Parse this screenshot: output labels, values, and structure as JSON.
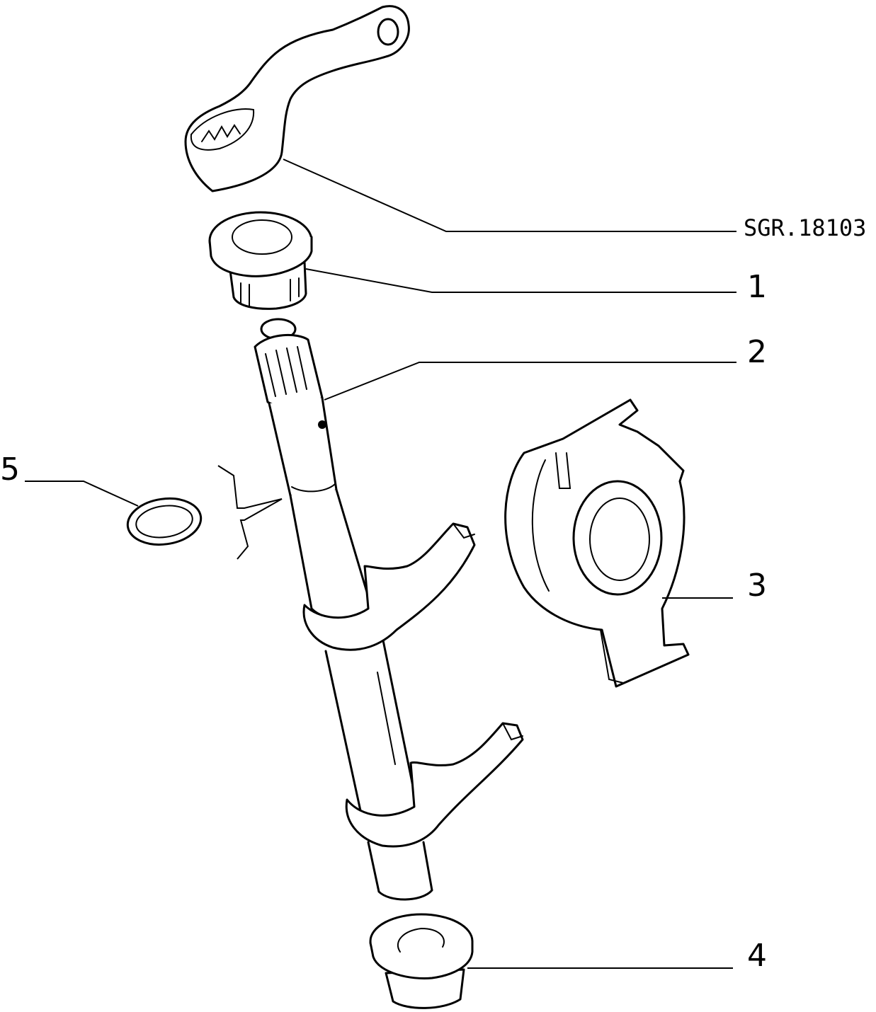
{
  "reference_code": "SGR.18103",
  "callouts": [
    {
      "id": "1",
      "label": "1"
    },
    {
      "id": "2",
      "label": "2"
    },
    {
      "id": "3",
      "label": "3"
    },
    {
      "id": "4",
      "label": "4"
    },
    {
      "id": "5",
      "label": "5"
    }
  ],
  "colors": {
    "ink": "#000000",
    "paper": "#ffffff"
  }
}
